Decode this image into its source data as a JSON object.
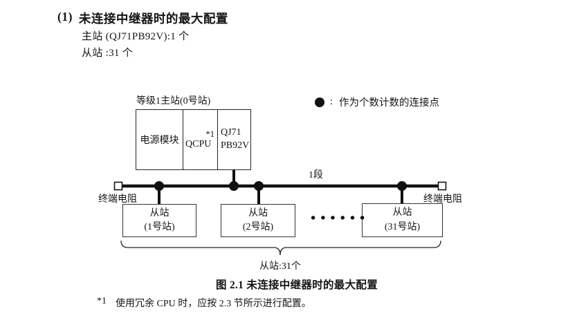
{
  "page": {
    "heading_number": "(1)",
    "heading": "未连接中继器时的最大配置",
    "master_line": "主站 (QJ71PB92V):1 个",
    "slave_line": "从站 :31 个"
  },
  "diagram": {
    "master_label": "等级1主站(0号站)",
    "legend": {
      "separator": ":",
      "text": "作为个数计数的连接点"
    },
    "master_modules": {
      "power": "电源模块",
      "cpu": "QCPU",
      "cpu_note": "*1",
      "pb_line1": "QJ71",
      "pb_line2": "PB92V"
    },
    "segment_label": "1段",
    "terminator_left": "终端电阻",
    "terminator_right": "终端电阻",
    "slaves": [
      {
        "line1": "从站",
        "line2": "(1号站)"
      },
      {
        "line1": "从站",
        "line2": "(2号站)"
      },
      {
        "line1": "从站",
        "line2": "(31号站)"
      }
    ],
    "ellipsis": "••••••",
    "brace_label": "从站:31个"
  },
  "caption": "图 2.1  未连接中继器时的最大配置",
  "footnote": {
    "marker": "*1",
    "text": "使用冗余 CPU 时，应按 2.3 节所示进行配置。"
  }
}
